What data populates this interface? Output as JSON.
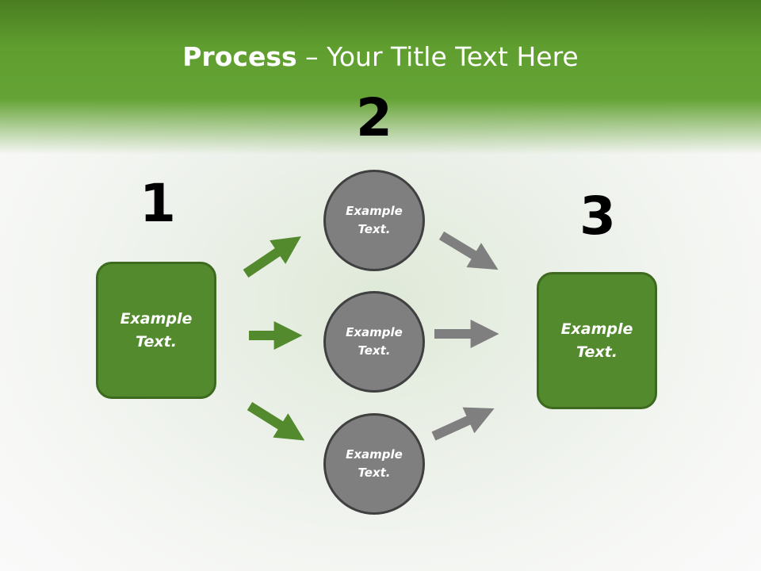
{
  "title": {
    "bold": "Process",
    "rest": " – Your Title Text Here"
  },
  "steps": {
    "one": "1",
    "two": "2",
    "three": "3"
  },
  "left_box": {
    "line1": "Example",
    "line2": "Text."
  },
  "right_box": {
    "line1": "Example",
    "line2": "Text."
  },
  "circles": [
    {
      "line1": "Example",
      "line2": "Text."
    },
    {
      "line1": "Example",
      "line2": "Text."
    },
    {
      "line1": "Example",
      "line2": "Text."
    }
  ],
  "colors": {
    "green": "#548a2e",
    "gray": "#7f7f7f",
    "arrow_green": "#548a2e",
    "arrow_gray": "#7f7f7f"
  }
}
